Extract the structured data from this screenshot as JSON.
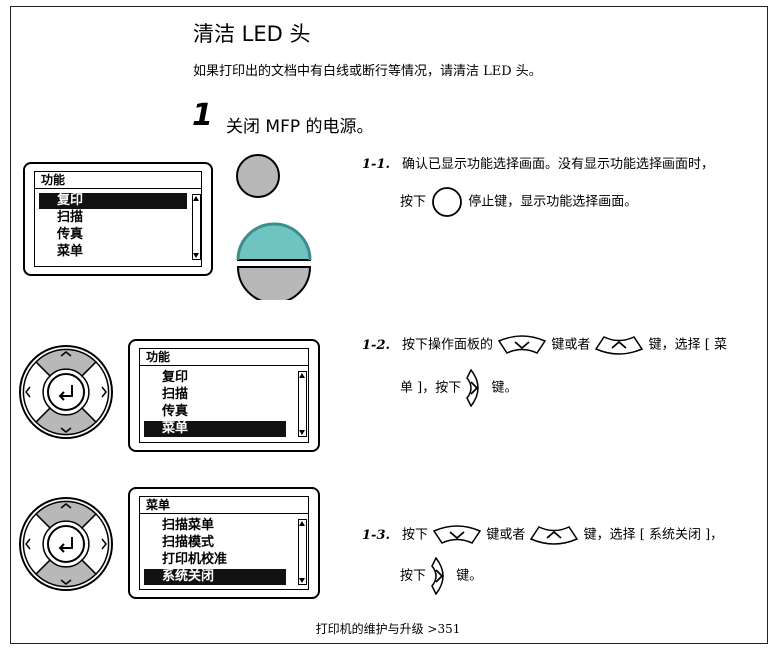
{
  "title": "清洁 LED 头",
  "subtitle": "如果打印出的文档中有白线或断行等情况，请清洁 LED 头。",
  "step": {
    "number": "1",
    "text": "关闭 MFP 的电源。"
  },
  "lcd1": {
    "header": "功能",
    "items": [
      "复印",
      "扫描",
      "传真",
      "菜单"
    ],
    "selected": 0
  },
  "lcd2": {
    "header": "功能",
    "items": [
      "复印",
      "扫描",
      "传真",
      "菜单"
    ],
    "selected": 3
  },
  "lcd3": {
    "header": "菜单",
    "items": [
      "扫描菜单",
      "扫描模式",
      "打印机校准",
      "系统关闭"
    ],
    "selected": 3
  },
  "substeps": {
    "s1": {
      "num": "1-1.",
      "line1": "确认已显示功能选择画面。没有显示功能选择画面时，",
      "line2a": "按下",
      "line2b": "停止键，显示功能选择画面。"
    },
    "s2": {
      "num": "1-2.",
      "line1a": "按下操作面板的",
      "line1b": "键或者",
      "line1c": "键，选择 [ 菜",
      "line2a": "单 ]，按下",
      "line2b": "键。"
    },
    "s3": {
      "num": "1-3.",
      "line1a": "按下",
      "line1b": "键或者",
      "line1c": "键，选择 [ 系统关闭 ]，",
      "line2a": "按下",
      "line2b": "键。"
    }
  },
  "footer": "打印机的维护与升级 >351",
  "colors": {
    "teal": "#6fc4c2",
    "gray": "#b8b8b8",
    "darkgray": "#8e8e8e"
  }
}
